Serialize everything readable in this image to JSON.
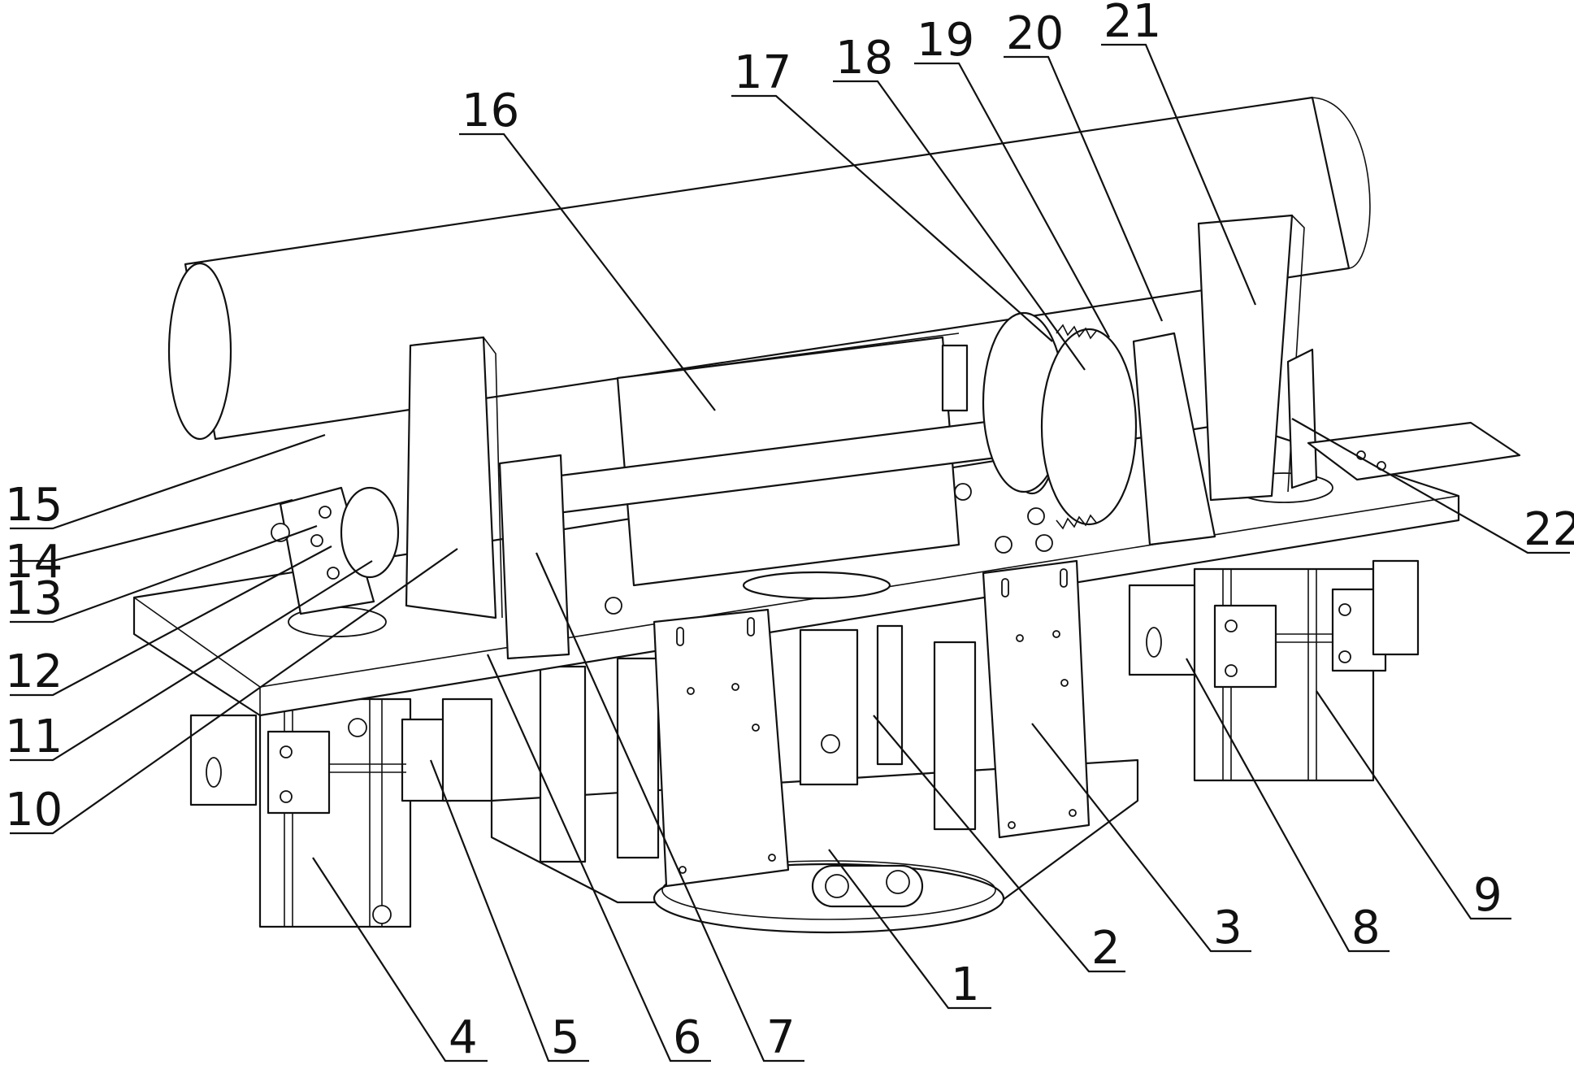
{
  "labels": [
    {
      "id": "1",
      "text": "1"
    },
    {
      "id": "2",
      "text": "2"
    },
    {
      "id": "3",
      "text": "3"
    },
    {
      "id": "4",
      "text": "4"
    },
    {
      "id": "5",
      "text": "5"
    },
    {
      "id": "6",
      "text": "6"
    },
    {
      "id": "7",
      "text": "7"
    },
    {
      "id": "8",
      "text": "8"
    },
    {
      "id": "9",
      "text": "9"
    },
    {
      "id": "10",
      "text": "10"
    },
    {
      "id": "11",
      "text": "11"
    },
    {
      "id": "12",
      "text": "12"
    },
    {
      "id": "13",
      "text": "13"
    },
    {
      "id": "14",
      "text": "14"
    },
    {
      "id": "15",
      "text": "15"
    },
    {
      "id": "16",
      "text": "16"
    },
    {
      "id": "17",
      "text": "17"
    },
    {
      "id": "18",
      "text": "18"
    },
    {
      "id": "19",
      "text": "19"
    },
    {
      "id": "20",
      "text": "20"
    },
    {
      "id": "21",
      "text": "21"
    },
    {
      "id": "22",
      "text": "22"
    }
  ]
}
